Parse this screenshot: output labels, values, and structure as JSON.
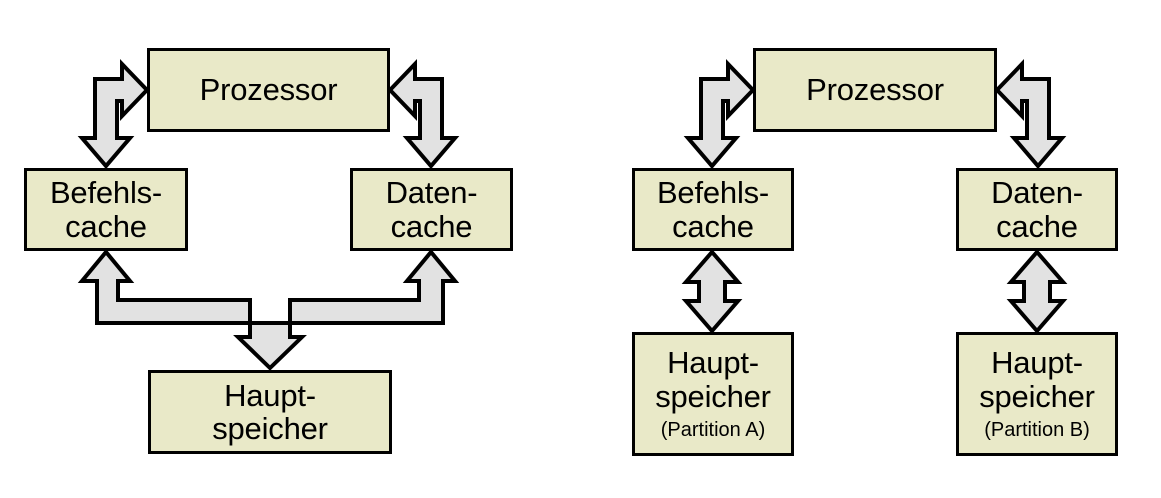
{
  "figure": {
    "background_color": "#ffffff",
    "box_fill_color": "#e9e9c8",
    "box_border_color": "#000000",
    "arrow_fill_color": "#e2e2e2",
    "arrow_border_color": "#000000"
  },
  "diagrams": [
    {
      "id": "unified-memory",
      "nodes": {
        "processor": {
          "label": "Prozessor"
        },
        "instruction_cache": {
          "line1": "Befehls-",
          "line2": "cache"
        },
        "data_cache": {
          "line1": "Daten-",
          "line2": "cache"
        },
        "main_memory": {
          "line1": "Haupt-",
          "line2": "speicher",
          "sub": ""
        }
      },
      "connections": [
        {
          "from": "instruction_cache",
          "to": "processor",
          "style": "elbow-double"
        },
        {
          "from": "data_cache",
          "to": "processor",
          "style": "elbow-double-mirrored"
        },
        {
          "from": "main_memory",
          "to": "both-caches",
          "style": "tri-headed-bus"
        }
      ]
    },
    {
      "id": "partitioned-memory",
      "nodes": {
        "processor": {
          "label": "Prozessor"
        },
        "instruction_cache": {
          "line1": "Befehls-",
          "line2": "cache"
        },
        "data_cache": {
          "line1": "Daten-",
          "line2": "cache"
        },
        "main_memory_a": {
          "line1": "Haupt-",
          "line2": "speicher",
          "sub": "(Partition A)"
        },
        "main_memory_b": {
          "line1": "Haupt-",
          "line2": "speicher",
          "sub": "(Partition B)"
        }
      },
      "connections": [
        {
          "from": "instruction_cache",
          "to": "processor",
          "style": "elbow-double"
        },
        {
          "from": "data_cache",
          "to": "processor",
          "style": "elbow-double-mirrored"
        },
        {
          "from": "instruction_cache",
          "to": "main_memory_a",
          "style": "vertical-double"
        },
        {
          "from": "data_cache",
          "to": "main_memory_b",
          "style": "vertical-double"
        }
      ]
    }
  ]
}
